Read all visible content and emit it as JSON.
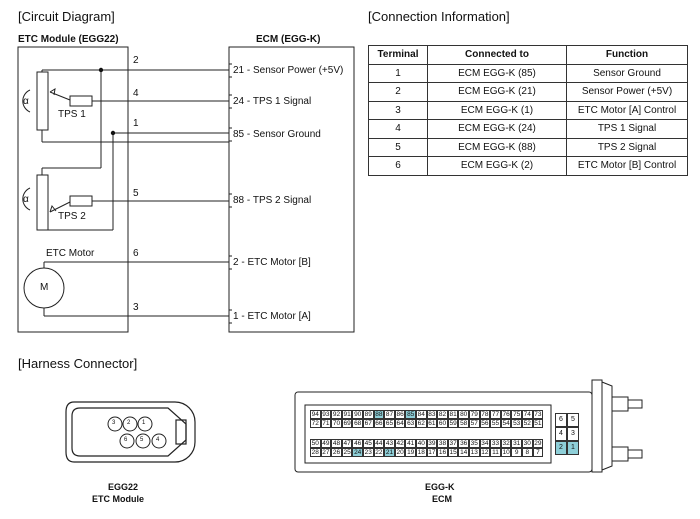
{
  "headings": {
    "circuit": "[Circuit Diagram]",
    "connection": "[Connection Information]",
    "harness": "[Harness Connector]"
  },
  "circuit": {
    "left_module": "ETC Module (EGG22)",
    "right_module": "ECM (EGG-K)",
    "tps1": "TPS 1",
    "tps2": "TPS 2",
    "alpha": "α",
    "etc_motor": "ETC Motor",
    "motor_symbol": "M",
    "wires": [
      {
        "num": "2",
        "ecm": "21 - Sensor Power (+5V)"
      },
      {
        "num": "4",
        "ecm": "24 - TPS 1 Signal"
      },
      {
        "num": "1",
        "ecm": "85 - Sensor Ground"
      },
      {
        "num": "5",
        "ecm": "88 - TPS 2 Signal"
      },
      {
        "num": "6",
        "ecm": "2 - ETC Motor [B]"
      },
      {
        "num": "3",
        "ecm": "1 - ETC Motor [A]"
      }
    ]
  },
  "connection_table": {
    "headers": [
      "Terminal",
      "Connected to",
      "Function"
    ],
    "rows": [
      [
        "1",
        "ECM EGG-K (85)",
        "Sensor Ground"
      ],
      [
        "2",
        "ECM EGG-K (21)",
        "Sensor Power (+5V)"
      ],
      [
        "3",
        "ECM EGG-K (1)",
        "ETC Motor [A] Control"
      ],
      [
        "4",
        "ECM EGG-K (24)",
        "TPS 1 Signal"
      ],
      [
        "5",
        "ECM EGG-K (88)",
        "TPS 2 Signal"
      ],
      [
        "6",
        "ECM EGG-K (2)",
        "ETC Motor [B] Control"
      ]
    ]
  },
  "harness": {
    "egg22_pins_top": [
      "3",
      "2",
      "1"
    ],
    "egg22_pins_bottom": [
      "6",
      "5",
      "4"
    ],
    "egg22_label1": "EGG22",
    "egg22_label2": "ETC Module",
    "eggk_label1": "EGG-K",
    "eggk_label2": "ECM",
    "row1": [
      "94",
      "93",
      "92",
      "91",
      "90",
      "89",
      "88",
      "87",
      "86",
      "85",
      "84",
      "83",
      "82",
      "81",
      "80",
      "79",
      "78",
      "77",
      "76",
      "75",
      "74",
      "73"
    ],
    "row2": [
      "72",
      "71",
      "70",
      "69",
      "68",
      "67",
      "66",
      "65",
      "64",
      "63",
      "62",
      "61",
      "60",
      "59",
      "58",
      "57",
      "56",
      "55",
      "54",
      "53",
      "52",
      "51"
    ],
    "row3": [
      "50",
      "49",
      "48",
      "47",
      "46",
      "45",
      "44",
      "43",
      "42",
      "41",
      "40",
      "39",
      "38",
      "37",
      "36",
      "35",
      "34",
      "33",
      "32",
      "31",
      "30",
      "29"
    ],
    "row4": [
      "28",
      "27",
      "26",
      "25",
      "24",
      "23",
      "22",
      "21",
      "20",
      "19",
      "18",
      "17",
      "16",
      "15",
      "14",
      "13",
      "12",
      "11",
      "10",
      "9",
      "8",
      "7"
    ],
    "side_pins": [
      [
        "6",
        "5"
      ],
      [
        "4",
        "3"
      ],
      [
        "2",
        "1"
      ]
    ],
    "highlight_color": "#8ecfd8",
    "highlighted": [
      "88",
      "85",
      "24",
      "21",
      "2",
      "1"
    ]
  }
}
